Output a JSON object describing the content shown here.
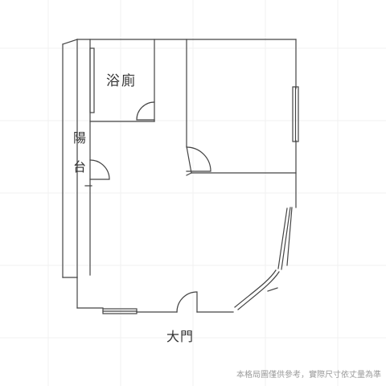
{
  "rooms": {
    "bathroom": "浴廁",
    "balcony_line1": "陽",
    "balcony_line2": "台",
    "main_door": "大門"
  },
  "disclaimer": "本格局圖僅供參考，實際尺寸依丈量為準",
  "colors": {
    "wall": "#444444",
    "watermark": "#f0f0f0",
    "background": "#ffffff"
  }
}
